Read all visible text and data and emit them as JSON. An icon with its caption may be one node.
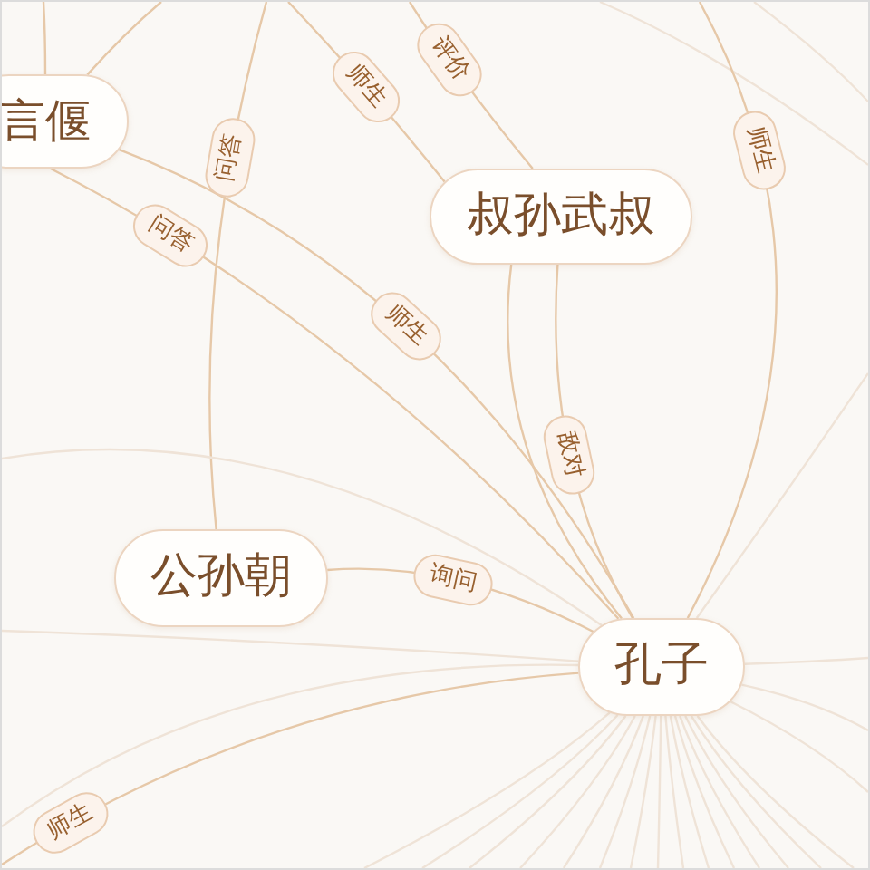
{
  "diagram": {
    "nodes": [
      {
        "text": [
          "言偃"
        ]
      },
      {
        "text": [
          "叔孙武叔"
        ]
      },
      {
        "text": [
          "公孙朝"
        ]
      },
      {
        "text": [
          "孔子"
        ]
      }
    ],
    "edges": [
      {
        "from": null,
        "to": 0,
        "arrow": "none",
        "color": "#e6c8a8"
      },
      {
        "from": null,
        "to": 0,
        "arrow": "none",
        "color": "#e6c8a8"
      },
      {
        "from": 0,
        "to": 3,
        "arrow": "none",
        "label": "师生",
        "color": "#e6c8a8"
      },
      {
        "from": 0,
        "to": 3,
        "arrow": "none",
        "label": "问答",
        "color": "#e6c8a8"
      },
      {
        "from": null,
        "to": 2,
        "arrow": "none",
        "label": "问答",
        "color": "#e6c8a8"
      },
      {
        "from": null,
        "to": 1,
        "arrow": "none",
        "label": "师生",
        "color": "#e6c8a8"
      },
      {
        "from": null,
        "to": 1,
        "arrow": "none",
        "label": "评价",
        "color": "#e6c8a8"
      },
      {
        "from": 1,
        "to": 3,
        "arrow": "none",
        "label": "敌对",
        "color": "#e6c8a8"
      },
      {
        "from": 1,
        "to": 3,
        "arrow": "none",
        "color": "#e6c8a8"
      },
      {
        "from": null,
        "to": 3,
        "arrow": "none",
        "label": "师生",
        "color": "#e6c8a8"
      },
      {
        "from": 2,
        "to": 3,
        "arrow": "none",
        "label": "询问",
        "color": "#e6c8a8"
      },
      {
        "from": null,
        "to": 3,
        "arrow": "none",
        "label": "师生",
        "color": "#e6c8a8"
      },
      {
        "from": null,
        "to": 3,
        "arrow": "none"
      },
      {
        "from": null,
        "to": 3,
        "arrow": "none"
      },
      {
        "from": null,
        "to": 3,
        "arrow": "none"
      },
      {
        "from": null,
        "to": 3,
        "arrow": "none"
      },
      {
        "from": null,
        "to": 3,
        "arrow": "none"
      },
      {
        "from": null,
        "to": 3,
        "arrow": "none"
      },
      {
        "from": null,
        "to": 3,
        "arrow": "none"
      },
      {
        "from": null,
        "to": 3,
        "arrow": "none"
      },
      {
        "from": null,
        "to": 3,
        "arrow": "none"
      },
      {
        "from": null,
        "to": 3,
        "arrow": "none"
      },
      {
        "from": null,
        "to": 3,
        "arrow": "none"
      },
      {
        "from": null,
        "to": 3,
        "arrow": "none"
      },
      {
        "from": null,
        "to": 3,
        "arrow": "none"
      },
      {
        "from": null,
        "to": 3,
        "arrow": "none"
      },
      {
        "from": null,
        "to": 3,
        "arrow": "none"
      },
      {
        "from": null,
        "to": 3,
        "arrow": "none"
      },
      {
        "from": null,
        "to": 3,
        "arrow": "none"
      },
      {
        "from": null,
        "to": 3,
        "arrow": "none"
      },
      {
        "from": null,
        "to": 3,
        "arrow": "none"
      },
      {
        "from": null,
        "to": 3,
        "arrow": "none"
      },
      {
        "from": null,
        "to": 3,
        "arrow": "none"
      },
      {
        "from": null,
        "to": 3,
        "arrow": "none"
      }
    ]
  }
}
